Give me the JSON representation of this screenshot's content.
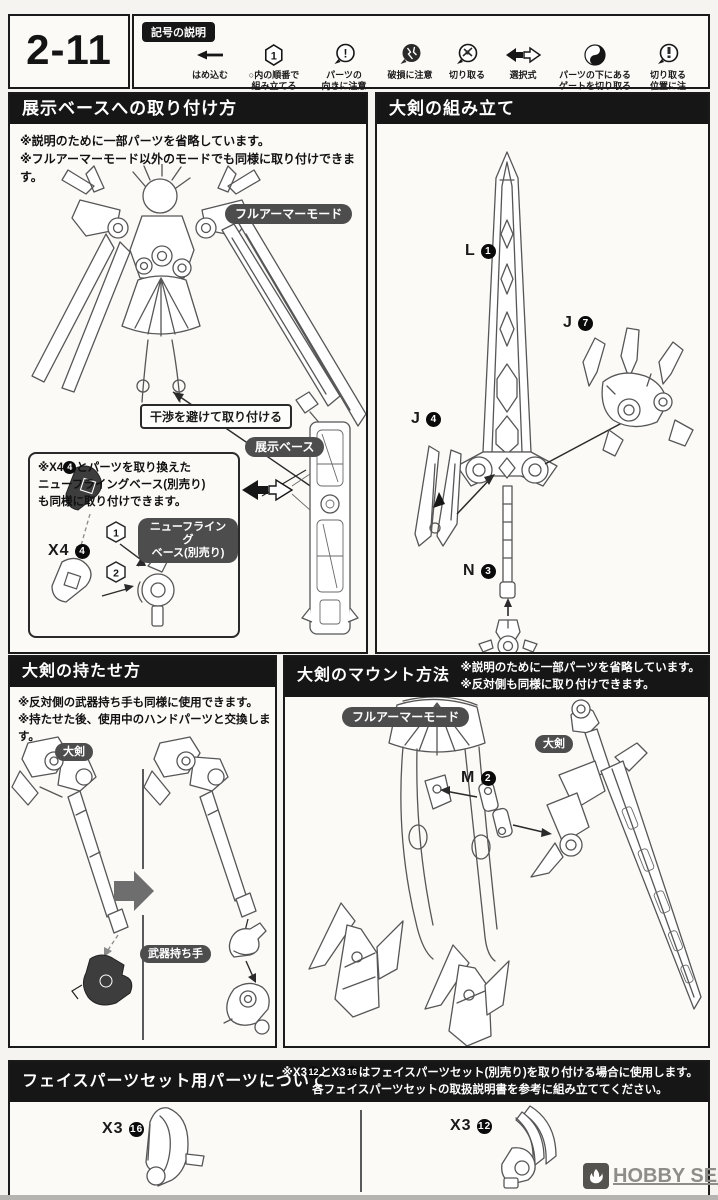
{
  "page": {
    "step_number": "2-11"
  },
  "legend": {
    "title": "記号の説明",
    "items": [
      {
        "icon": "arrow-left-icon",
        "label": "はめ込む"
      },
      {
        "icon": "hex-order-icon",
        "label": "○内の順番で\n組み立てる"
      },
      {
        "icon": "orientation-caution-icon",
        "label": "パーツの\n向きに注意"
      },
      {
        "icon": "damage-caution-icon",
        "label": "破損に注意"
      },
      {
        "icon": "cut-icon",
        "label": "切り取る"
      },
      {
        "icon": "select-icon",
        "label": "選択式"
      },
      {
        "icon": "gate-cut-icon",
        "label": "パーツの下にある\nゲートを切り取る"
      },
      {
        "icon": "cut-position-icon",
        "label": "切り取る\n位置に注意"
      }
    ]
  },
  "display_base_panel": {
    "title": "展示ベースへの取り付け方",
    "note1": "※説明のために一部パーツを省略しています。",
    "note2": "※フルアーマーモード以外のモードでも同様に取り付けできます。",
    "full_armor_label": "フルアーマーモード",
    "avoid_label": "干渉を避けて取り付ける",
    "base_label": "展示ベース",
    "inset": {
      "note_pre": "※X4",
      "note_num": "4",
      "note_post": "とパーツを取り換えた",
      "note_line2": "ニューフライングベース(別売り)",
      "note_line3": "も同様に取り付けできます。",
      "part_code": "X4",
      "part_num": "4",
      "step1": "1",
      "step2": "2",
      "flying_base_label": "ニューフライング\nベース(別売り)"
    }
  },
  "sword_assembly_panel": {
    "title": "大剣の組み立て",
    "parts": [
      {
        "code": "L",
        "num": "1"
      },
      {
        "code": "J",
        "num": "7"
      },
      {
        "code": "J",
        "num": "4"
      },
      {
        "code": "N",
        "num": "3"
      }
    ]
  },
  "sword_hold_panel": {
    "title": "大剣の持たせ方",
    "note1": "※反対側の武器持ち手も同様に使用できます。",
    "note2": "※持たせた後、使用中のハンドパーツと交換します。",
    "sword_label": "大剣",
    "hand_label": "武器持ち手"
  },
  "sword_mount_panel": {
    "title": "大剣のマウント方法",
    "note1": "※説明のために一部パーツを省略しています。",
    "note2": "※反対側も同様に取り付けできます。",
    "full_armor_label": "フルアーマーモード",
    "sword_label": "大剣",
    "part_code": "M",
    "part_num": "2"
  },
  "face_parts_panel": {
    "title": "フェイスパーツセット用パーツについて",
    "note_pre": "※X3",
    "note_num1": "12",
    "note_mid": "とX3",
    "note_num2": "16",
    "note_post": "はフェイスパーツセット(別売り)を取り付ける場合に使用します。",
    "note_line2": "各フェイスパーツセットの取扱説明書を参考に組み立ててください。",
    "left_part": {
      "code": "X3",
      "num": "16"
    },
    "right_part": {
      "code": "X3",
      "num": "12"
    }
  },
  "watermark": {
    "text": "HOBBY SEARCH"
  }
}
